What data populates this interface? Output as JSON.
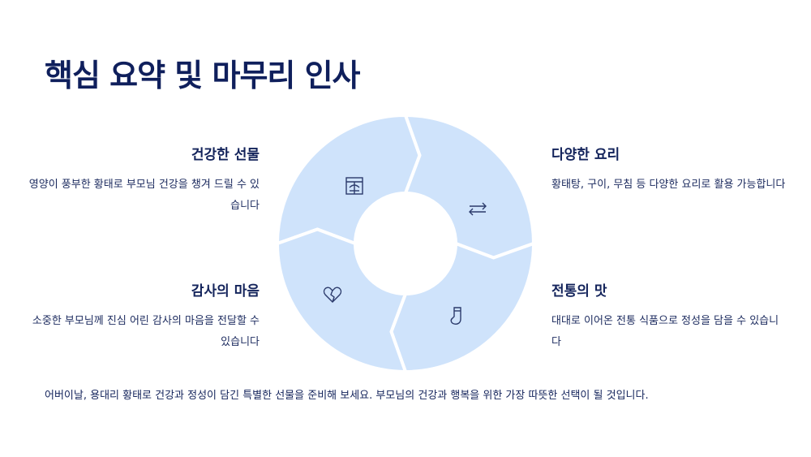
{
  "title": "핵심 요약 및 마무리 인사",
  "items": [
    {
      "heading": "건강한 선물",
      "text": "영양이 풍부한 황태로 부모님 건강을 챙겨 드릴 수 있습니다",
      "icon": "gift-box-icon"
    },
    {
      "heading": "감사의 마음",
      "text": "소중한 부모님께 진심 어린 감사의 마음을 전달할 수 있습니다",
      "icon": "heart-icon"
    },
    {
      "heading": "다양한 요리",
      "text": "황태탕, 구이, 무침 등 다양한 요리로 활용 가능합니다",
      "icon": "swap-arrows-icon"
    },
    {
      "heading": "전통의 맛",
      "text": "대대로 이어온 전통 식품으로 정성을 담을 수 있습니다",
      "icon": "sock-icon"
    }
  ],
  "footer": "어버이날, 용대리 황태로 건강과 정성이 담긴 특별한 선물을 준비해 보세요. 부모님의 건강과 행복을 위한 가장 따뜻한 선택이 될 것입니다.",
  "colors": {
    "segment": "#cfe3fb",
    "title": "#0f1f5c",
    "icon": "#2b3a6b"
  }
}
